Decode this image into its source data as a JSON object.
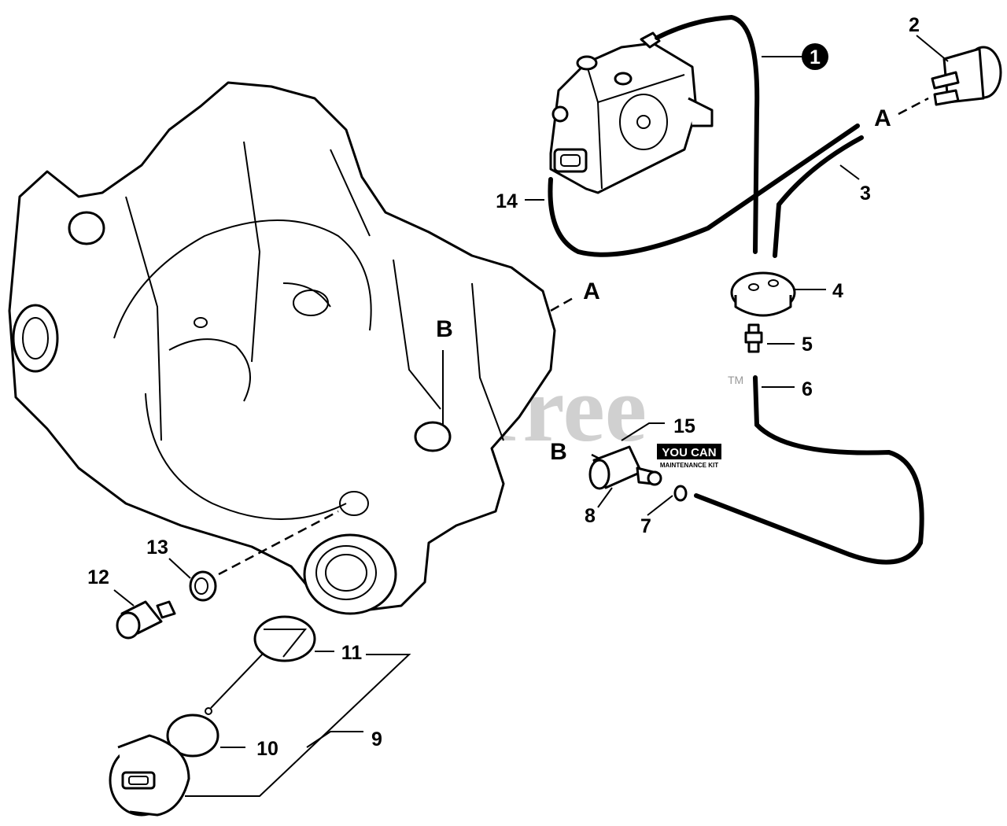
{
  "watermark": {
    "text": "PartsTree",
    "tm": "TM"
  },
  "badge": {
    "line1": "YOU CAN",
    "line2": "MAINTENANCE KIT"
  },
  "callouts": [
    {
      "id": "c1",
      "text": "1"
    },
    {
      "id": "c2",
      "text": "2"
    },
    {
      "id": "c3",
      "text": "3"
    },
    {
      "id": "c4",
      "text": "4"
    },
    {
      "id": "c5",
      "text": "5"
    },
    {
      "id": "c6",
      "text": "6"
    },
    {
      "id": "c7",
      "text": "7"
    },
    {
      "id": "c8",
      "text": "8"
    },
    {
      "id": "c9",
      "text": "9"
    },
    {
      "id": "c10",
      "text": "10"
    },
    {
      "id": "c11",
      "text": "11"
    },
    {
      "id": "c12",
      "text": "12"
    },
    {
      "id": "c13",
      "text": "13"
    },
    {
      "id": "c14",
      "text": "14"
    },
    {
      "id": "c15",
      "text": "15"
    }
  ],
  "connectors": {
    "a_housing": "A",
    "a_primer": "A",
    "b_housing": "B",
    "b_filter": "B"
  },
  "colors": {
    "ink": "#000000",
    "watermark": "#d0d0d0",
    "paper": "#ffffff"
  }
}
